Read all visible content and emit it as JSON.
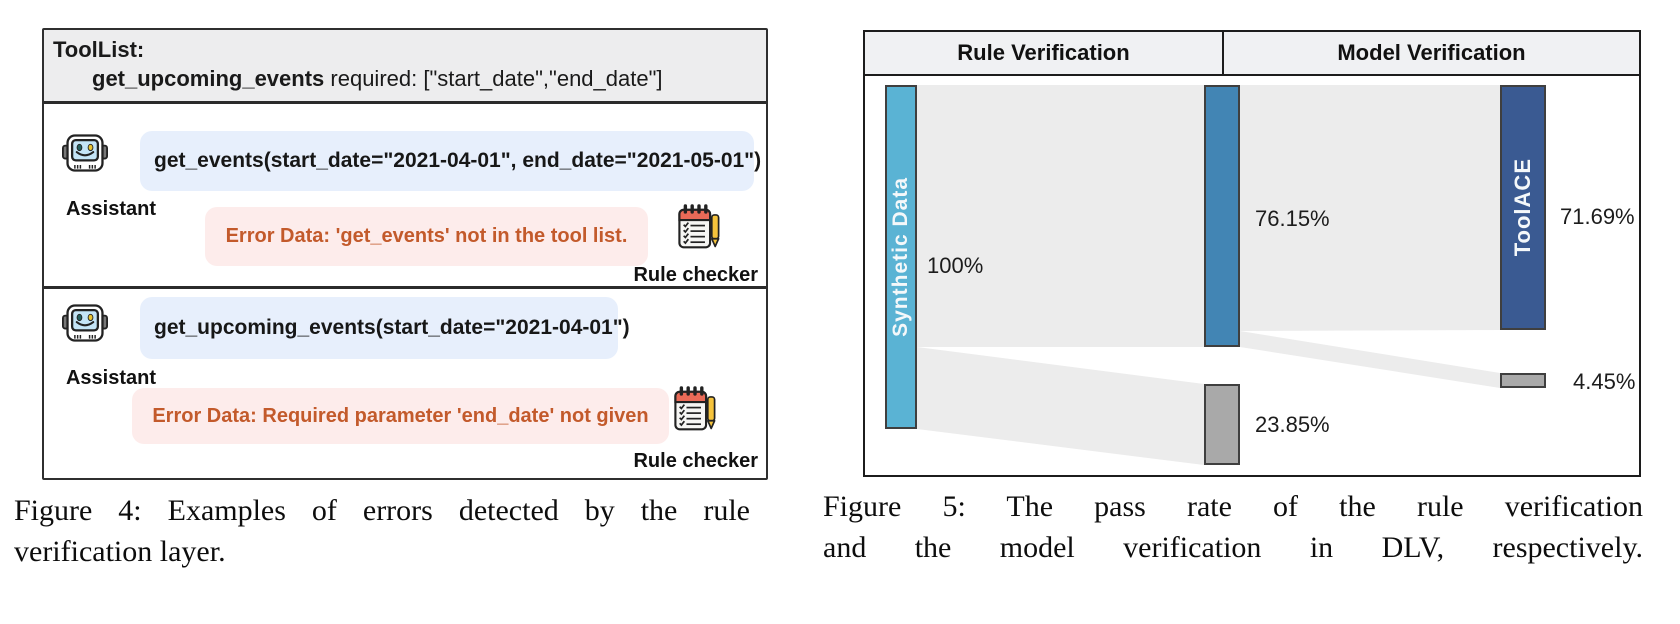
{
  "figure4": {
    "header": {
      "line1": "ToolList:",
      "tool_name": "get_upcoming_events",
      "tool_required": " required: [\"start_date\",\"end_date\"]"
    },
    "sections": [
      {
        "assistant_label": "Assistant",
        "call": "get_events(start_date=\"2021-04-01\", end_date=\"2021-05-01\")",
        "error": "Error Data: 'get_events' not in the tool list.",
        "checker_label": "Rule checker"
      },
      {
        "assistant_label": "Assistant",
        "call": "get_upcoming_events(start_date=\"2021-04-01\")",
        "error": "Error Data: Required parameter 'end_date' not given",
        "checker_label": "Rule checker"
      }
    ],
    "colors": {
      "header_bg": "#ededee",
      "bubble_blue": "#e7effc",
      "bubble_pink": "#fdeceb",
      "error_text": "#c35a2b"
    },
    "caption_lines": [
      "Figure 4: Examples of errors detected by the rule",
      "verification layer."
    ]
  },
  "figure5": {
    "caption_lines": [
      "Figure 5: The pass rate of the rule verification",
      "and the model verification in DLV, respectively."
    ]
  },
  "chart_data": {
    "type": "sankey",
    "columns": [
      "Rule Verification",
      "Model Verification"
    ],
    "nodes": [
      {
        "id": "synthetic-data",
        "label": "Synthetic Data",
        "value": 100,
        "value_label": "100%",
        "color": "#5ab3d4"
      },
      {
        "id": "rule-pass",
        "label": "",
        "value": 76.15,
        "value_label": "76.15%",
        "color": "#4285b4"
      },
      {
        "id": "rule-fail",
        "label": "",
        "value": 23.85,
        "value_label": "23.85%",
        "color": "#a9a9a9"
      },
      {
        "id": "toolace",
        "label": "ToolACE",
        "value": 71.69,
        "value_label": "71.69%",
        "color": "#3a5a92"
      },
      {
        "id": "model-fail",
        "label": "",
        "value": 4.45,
        "value_label": "4.45%",
        "color": "#a9a9a9"
      }
    ],
    "links": [
      {
        "source": "synthetic-data",
        "target": "rule-pass",
        "value": 76.15
      },
      {
        "source": "synthetic-data",
        "target": "rule-fail",
        "value": 23.85
      },
      {
        "source": "rule-pass",
        "target": "toolace",
        "value": 71.69
      },
      {
        "source": "rule-pass",
        "target": "model-fail",
        "value": 4.45
      }
    ],
    "flow_color": "#ececec",
    "legend_position": "none",
    "grid": false
  }
}
